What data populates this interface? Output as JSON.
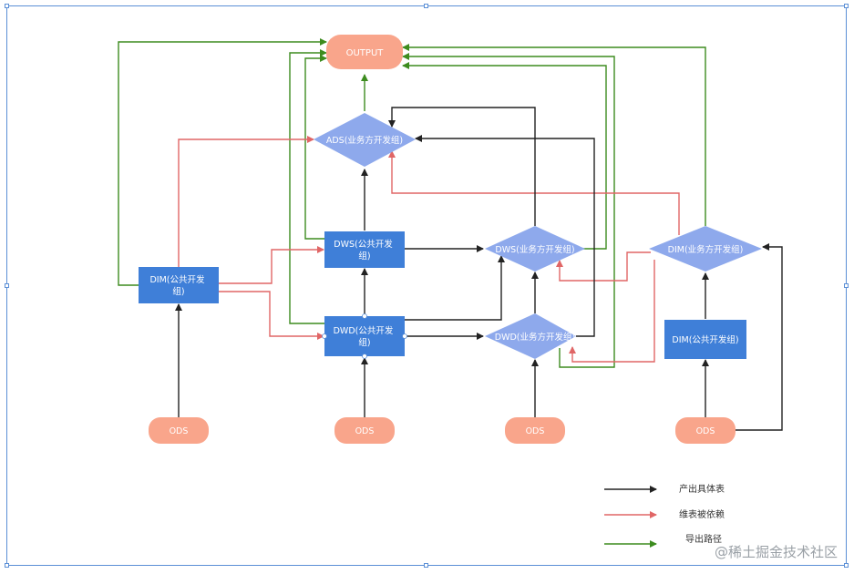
{
  "nodes": {
    "output": "OUTPUT",
    "ads": "ADS(业务方开发组)",
    "dim_left": "DIM(公共开发组)",
    "dws_public": "DWS(公共开发组)",
    "dwd_public": "DWD(公共开发组)",
    "dws_business": "DWS(业务方开发组)",
    "dwd_business": "DWD(业务方开发组)",
    "dim_business": "DIM(业务方开发组)",
    "dim_right": "DIM(公共开发组)",
    "ods_1": "ODS",
    "ods_2": "ODS",
    "ods_3": "ODS",
    "ods_4": "ODS"
  },
  "legend": {
    "produce": "产出具体表",
    "dimension": "维表被依赖",
    "export": "导出路径"
  },
  "watermark": "@稀土掘金技术社区",
  "colors": {
    "black_arrow": "#222222",
    "red_arrow": "#e06666",
    "green_arrow": "#3d8c1f",
    "blue_box": "#3f7fd8",
    "diamond": "#8ea9ec",
    "ods": "#f9a58b"
  }
}
